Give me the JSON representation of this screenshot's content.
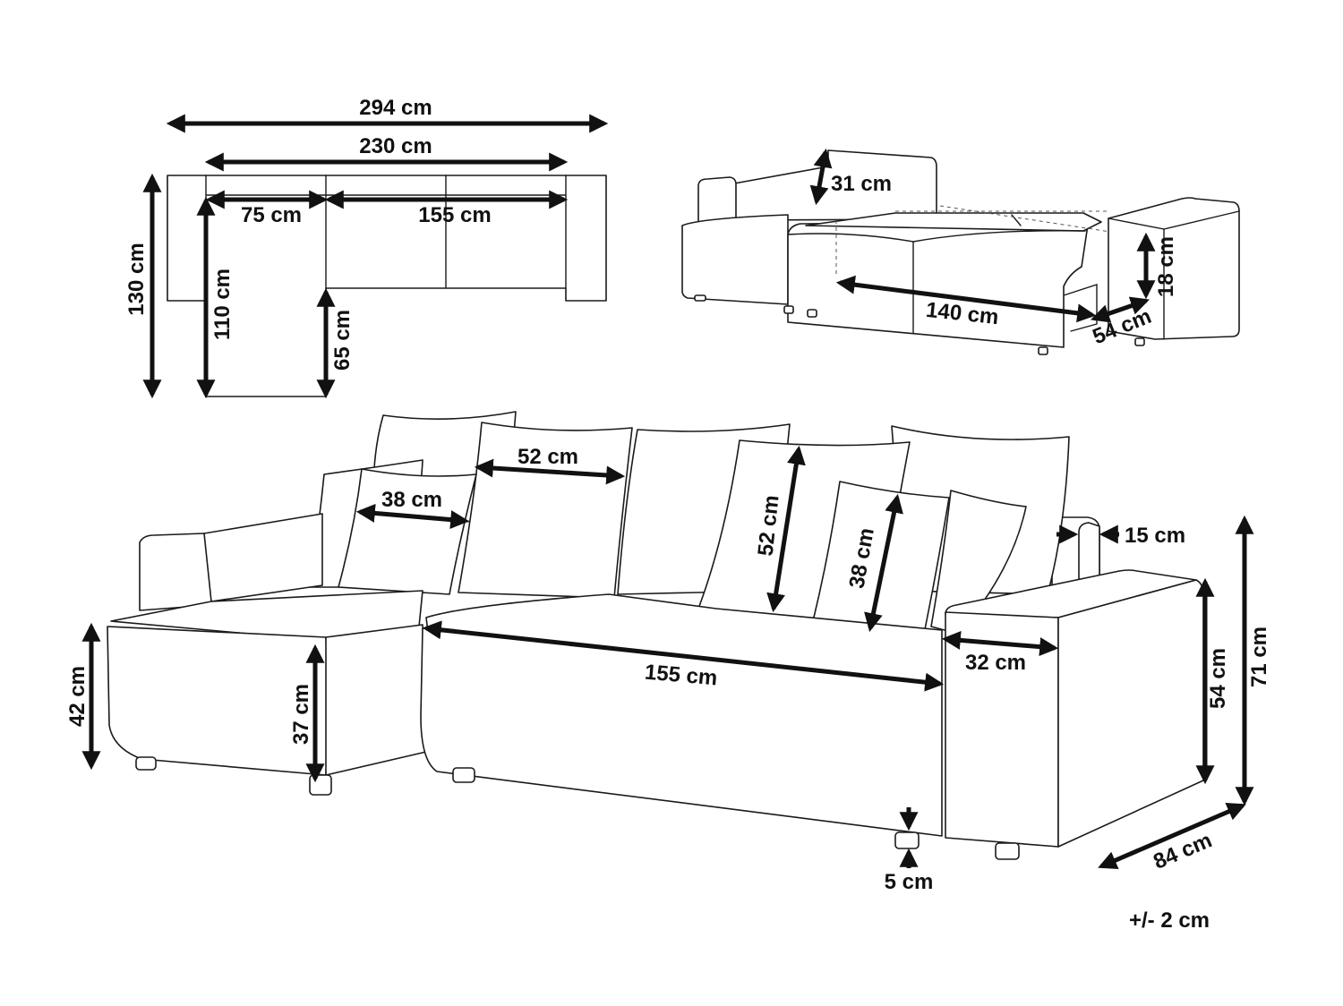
{
  "colors": {
    "ink": "#111111",
    "background": "#ffffff"
  },
  "top_view": {
    "total_width": "294 cm",
    "inner_width": "230 cm",
    "chaise_width": "75 cm",
    "seat_width": "155 cm",
    "total_depth": "130 cm",
    "chaise_depth": "110 cm",
    "seat_depth": "65 cm"
  },
  "bed_view": {
    "backrest_height": "31 cm",
    "sleeping_length": "140 cm",
    "storage_depth": "54 cm",
    "storage_height": "18 cm"
  },
  "main_view": {
    "small_cushion_width": "38 cm",
    "large_cushion_width": "52 cm",
    "large_cushion_height": "52 cm",
    "small_cushion_height": "38 cm",
    "armrest_width": "15 cm",
    "chaise_height": "42 cm",
    "chaise_seat_height": "37 cm",
    "seat_width": "155 cm",
    "armrest_depth": "32 cm",
    "arm_height": "54 cm",
    "total_height": "71 cm",
    "total_depth": "84 cm",
    "leg_height": "5 cm"
  },
  "tolerance": "+/- 2 cm"
}
